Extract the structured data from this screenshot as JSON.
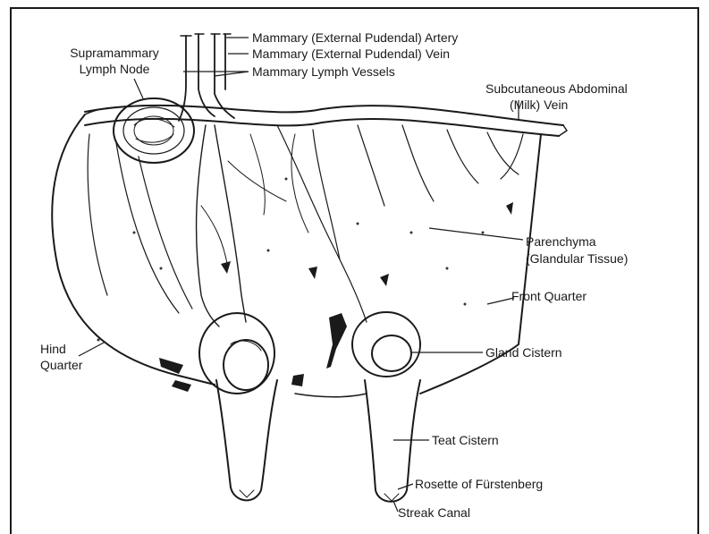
{
  "labels": {
    "lymph_node": [
      "Supramammary",
      "Lymph Node"
    ],
    "artery": "Mammary (External Pudendal) Artery",
    "vein": "Mammary (External Pudendal) Vein",
    "lymph_vessels": "Mammary Lymph Vessels",
    "milk_vein": [
      "Subcutaneous Abdominal",
      "(Milk) Vein"
    ],
    "parenchyma": [
      "Parenchyma",
      "(Glandular Tissue)"
    ],
    "front_quarter": "Front Quarter",
    "hind_quarter": [
      "Hind",
      "Quarter"
    ],
    "gland_cistern": "Gland Cistern",
    "teat_cistern": "Teat Cistern",
    "rosette": "Rosette of Fürstenberg",
    "streak_canal": "Streak Canal"
  },
  "colors": {
    "ink": "#1a1a1a",
    "paper": "#ffffff"
  }
}
